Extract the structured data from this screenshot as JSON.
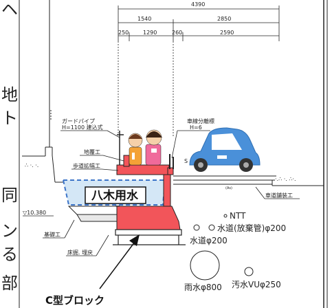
{
  "left_margin_chars": [
    "ヘ",
    "地",
    "ト",
    "同",
    "ン",
    "る",
    "部"
  ],
  "dimensions": {
    "total": "4390",
    "sidewalk": "1540",
    "roadway": "2850",
    "curb_left": "250",
    "sidewalk_inner": "1290",
    "separator": "260",
    "road_inner": "2590"
  },
  "labels": {
    "guard_pipe_1": "ガードパイプ",
    "guard_pipe_2": "H=1100 建込式",
    "lane_marker_1": "車線分離標",
    "lane_marker_2": "H=6",
    "lane_marker_mark": "S",
    "jifuku": "地覆工",
    "sidewalk_widen": "歩道拡幅工",
    "water_level": "▽10.380",
    "foundation": "基礎工",
    "floor_fill": "床掘. 埋戻",
    "pavement": "車道舗装工",
    "as_mark": "(As)",
    "channel": "八木用水",
    "c_block": "C型ブロック"
  },
  "utilities": {
    "ntt": "NTT",
    "waterworks_abandoned": "水道(放棄管)φ200",
    "waterworks": "水道φ200",
    "rain": "雨水φ800",
    "sewage": "汚水VUφ250"
  },
  "colors": {
    "structure": "#f2555a",
    "water": "#d4e7f6",
    "water_edge": "#3c74c8",
    "car": "#4a90d9",
    "line": "#222222"
  }
}
